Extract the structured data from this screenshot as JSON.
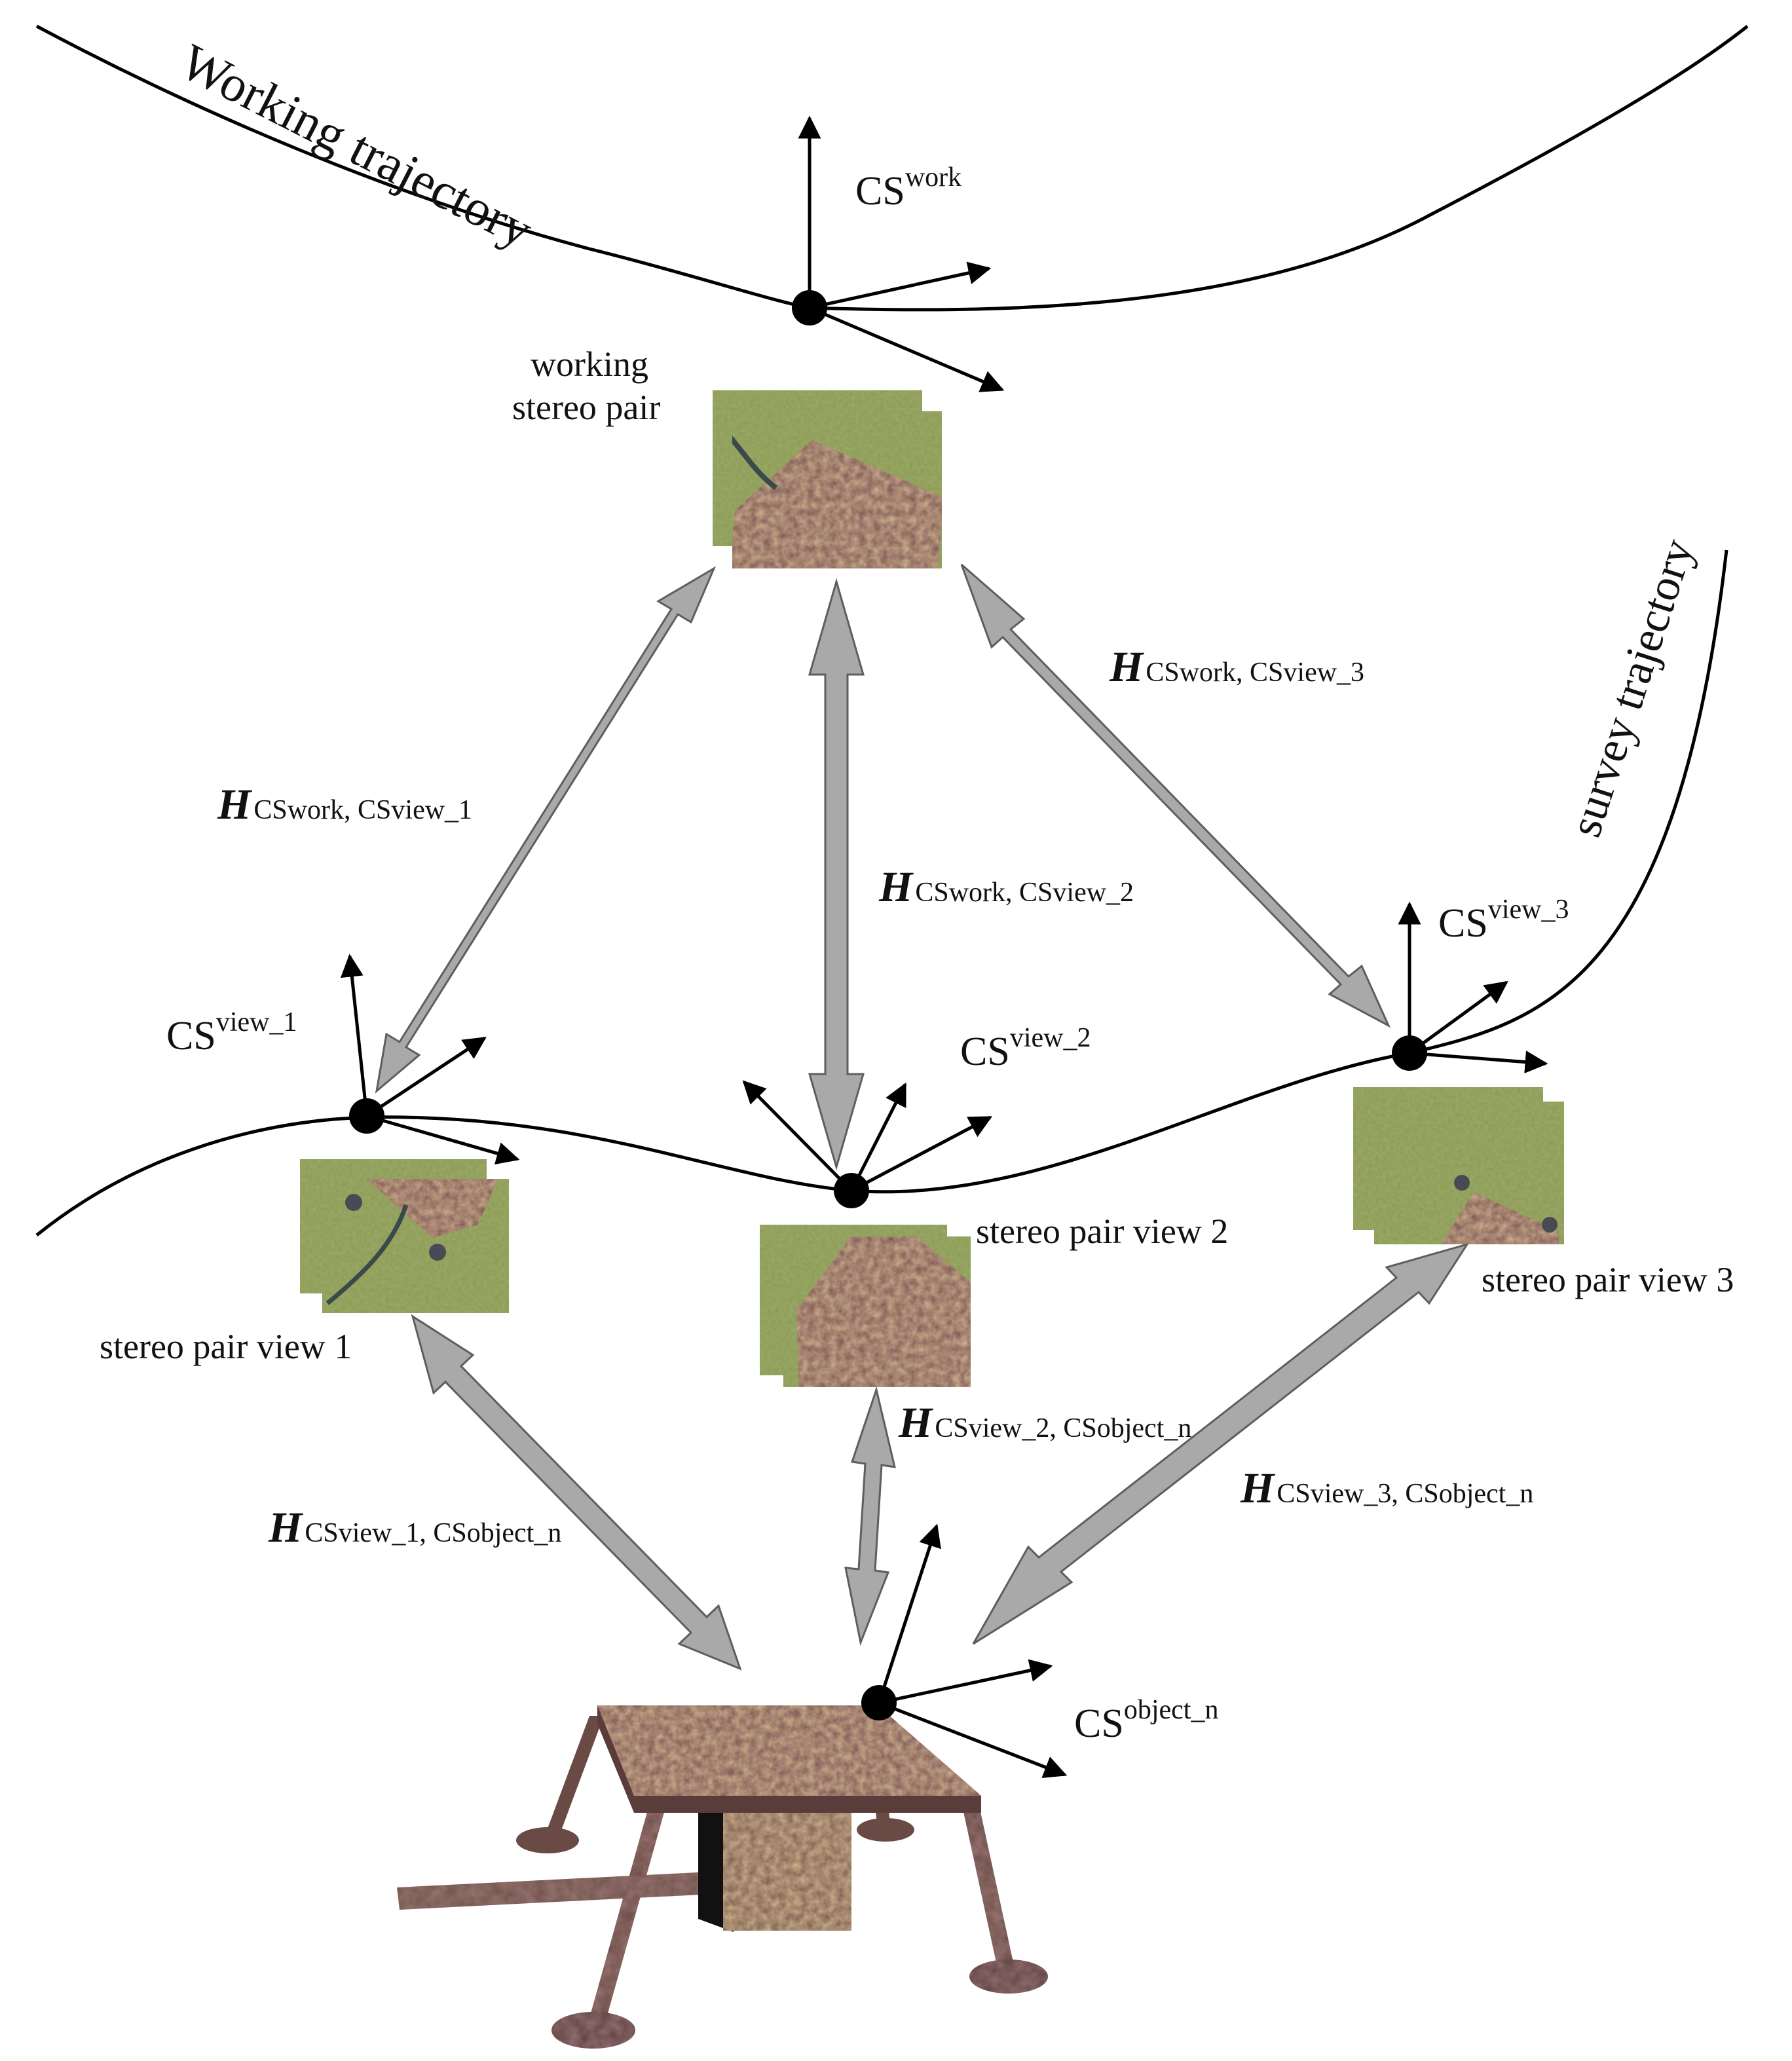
{
  "trajectories": {
    "working": "Working trajectory",
    "survey": "survey trajectory"
  },
  "frames": {
    "work": {
      "base": "CS",
      "sup": "work"
    },
    "view_1": {
      "base": "CS",
      "sup": "view_1"
    },
    "view_2": {
      "base": "CS",
      "sup": "view_2"
    },
    "view_3": {
      "base": "CS",
      "sup": "view_3"
    },
    "object": {
      "base": "CS",
      "sup": "object_n"
    }
  },
  "stereo_labels": {
    "working_line1": "working",
    "working_line2": "stereo pair",
    "view_1": "stereo pair view 1",
    "view_2": "stereo pair view 2",
    "view_3": "stereo pair view 3"
  },
  "transforms": {
    "symbol": "H",
    "work_view1": "CSwork, CSview_1",
    "work_view2": "CSwork, CSview_2",
    "work_view3": "CSwork, CSview_3",
    "view1_obj": "CSview_1, CSobject_n",
    "view2_obj": "CSview_2, CSobject_n",
    "view3_obj": "CSview_3, CSobject_n"
  },
  "colors": {
    "grass": "#8a9a52",
    "rust": "#7a5252",
    "arrow_fill": "#a9a9a9",
    "arrow_edge": "#5e5e5e"
  }
}
